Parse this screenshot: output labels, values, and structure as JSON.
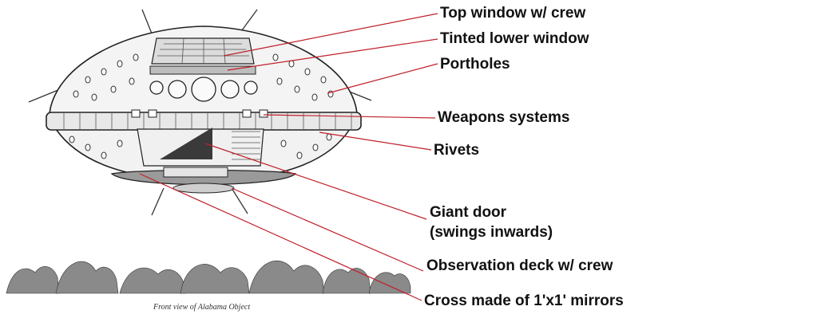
{
  "diagram": {
    "caption": "Front view of Alabama Object",
    "line_color": "#c0202a",
    "labels": {
      "top_window": "Top window w/ crew",
      "tinted_window": "Tinted lower window",
      "portholes": "Portholes",
      "weapons": "Weapons systems",
      "rivets": "Rivets",
      "door_line1": "Giant door",
      "door_line2": "(swings inwards)",
      "observation": "Observation deck w/ crew",
      "cross": "Cross made of 1'x1' mirrors"
    }
  }
}
